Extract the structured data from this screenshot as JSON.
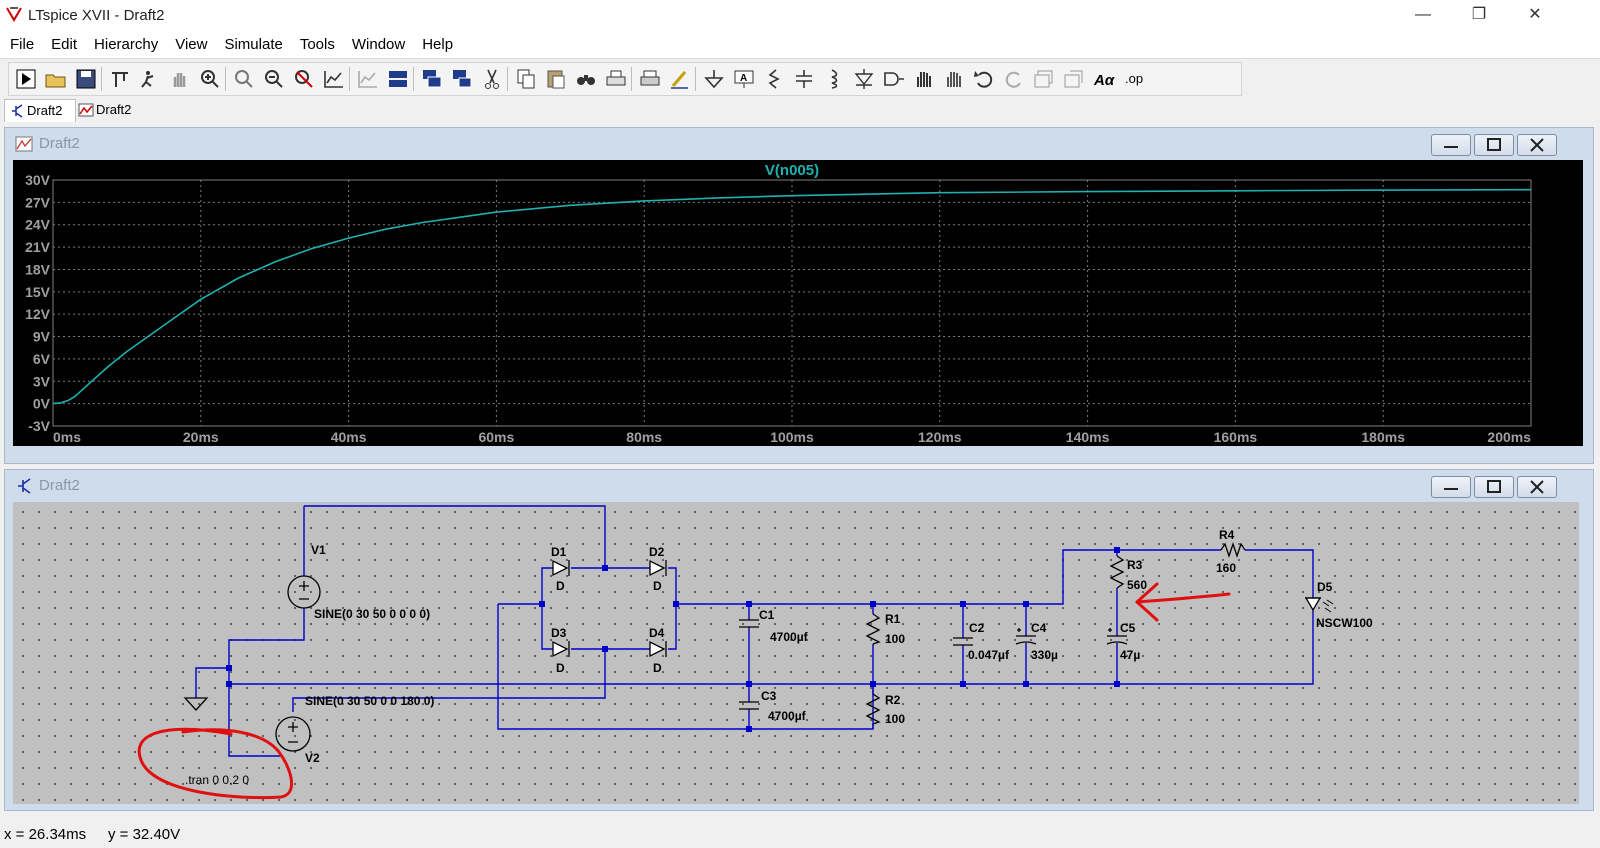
{
  "window": {
    "title": "LTspice XVII - Draft2",
    "controls": [
      "—",
      "❐",
      "✕"
    ]
  },
  "menu": [
    "File",
    "Edit",
    "Hierarchy",
    "View",
    "Simulate",
    "Tools",
    "Window",
    "Help"
  ],
  "toolbar": {
    "icons": [
      "run-icon",
      "open-icon",
      "save-icon",
      "control-panel-icon",
      "halt-icon",
      "pan-hand-icon",
      "zoom-in-icon",
      "zoom-area-icon",
      "zoom-out-icon",
      "zoom-cancel-icon",
      "autorange-icon",
      "plot-settings-icon",
      "tile-horizontal-icon",
      "cascade-icon",
      "tile-vertical-icon",
      "cut-icon",
      "copy-icon",
      "paste-icon",
      "find-icon",
      "print-icon",
      "print-setup-icon",
      "draw-wire-icon",
      "ground-icon",
      "label-net-icon",
      "resistor-icon",
      "capacitor-icon",
      "inductor-icon",
      "diode-icon",
      "component-icon",
      "move-icon",
      "drag-icon",
      "undo-icon",
      "redo-icon",
      "rotate-icon",
      "mirror-icon",
      "text-icon",
      "spice-directive-icon"
    ],
    "text_icon_label": "Aα",
    "directive_icon_label": ".op"
  },
  "tabs": [
    {
      "label": "Draft2",
      "icon": "schematic-tab-icon",
      "active": true
    },
    {
      "label": "Draft2",
      "icon": "waveform-tab-icon",
      "active": false
    }
  ],
  "waveform_window": {
    "title": "Draft2",
    "trace_label": "V(n005)",
    "trace_color": "#1fb0b0",
    "chart_data": {
      "type": "line",
      "title": "V(n005)",
      "x_unit": "ms",
      "y_unit": "V",
      "xlim": [
        0,
        200
      ],
      "ylim": [
        -3,
        30
      ],
      "x_ticks": [
        "0ms",
        "20ms",
        "40ms",
        "60ms",
        "80ms",
        "100ms",
        "120ms",
        "140ms",
        "160ms",
        "180ms",
        "200ms"
      ],
      "y_ticks": [
        "30V",
        "27V",
        "24V",
        "21V",
        "18V",
        "15V",
        "12V",
        "9V",
        "6V",
        "3V",
        "0V",
        "-3V"
      ],
      "grid": true,
      "series": [
        {
          "name": "V(n005)",
          "x": [
            0,
            1,
            2,
            3,
            5,
            7.5,
            10,
            15,
            20,
            25,
            30,
            35,
            40,
            45,
            50,
            55,
            60,
            70,
            80,
            90,
            100,
            110,
            120,
            140,
            160,
            180,
            200
          ],
          "y": [
            0,
            0.1,
            0.4,
            1.0,
            2.8,
            5.0,
            7.0,
            10.5,
            14.0,
            16.8,
            19.0,
            20.8,
            22.2,
            23.4,
            24.3,
            25.0,
            25.7,
            26.6,
            27.2,
            27.6,
            27.9,
            28.1,
            28.3,
            28.45,
            28.55,
            28.65,
            28.7
          ]
        }
      ]
    }
  },
  "schematic_window": {
    "title": "Draft2",
    "wire_color": "#0000c8",
    "components": {
      "V1": {
        "ref": "V1",
        "value": "SINE(0 30 50 0 0 0 0)"
      },
      "V2": {
        "ref": "V2",
        "value": "SINE(0 30 50 0 0 180 0)"
      },
      "D1": {
        "ref": "D1",
        "value": "D"
      },
      "D2": {
        "ref": "D2",
        "value": "D"
      },
      "D3": {
        "ref": "D3",
        "value": "D"
      },
      "D4": {
        "ref": "D4",
        "value": "D"
      },
      "C1": {
        "ref": "C1",
        "value": "4700µf"
      },
      "C3": {
        "ref": "C3",
        "value": "4700µf"
      },
      "R1": {
        "ref": "R1",
        "value": "100"
      },
      "R2": {
        "ref": "R2",
        "value": "100"
      },
      "C2": {
        "ref": "C2",
        "value": "0.047µf"
      },
      "C4": {
        "ref": "C4",
        "value": "330µ"
      },
      "R3": {
        "ref": "R3",
        "value": "560"
      },
      "C5": {
        "ref": "C5",
        "value": "47µ"
      },
      "R4": {
        "ref": "R4",
        "value": "160"
      },
      "D5": {
        "ref": "D5",
        "value": "NSCW100"
      }
    },
    "directive": ".tran 0 0.2 0",
    "annotation_color": "#e01010"
  },
  "status": {
    "x": "x = 26.34ms",
    "y": "y = 32.40V"
  }
}
